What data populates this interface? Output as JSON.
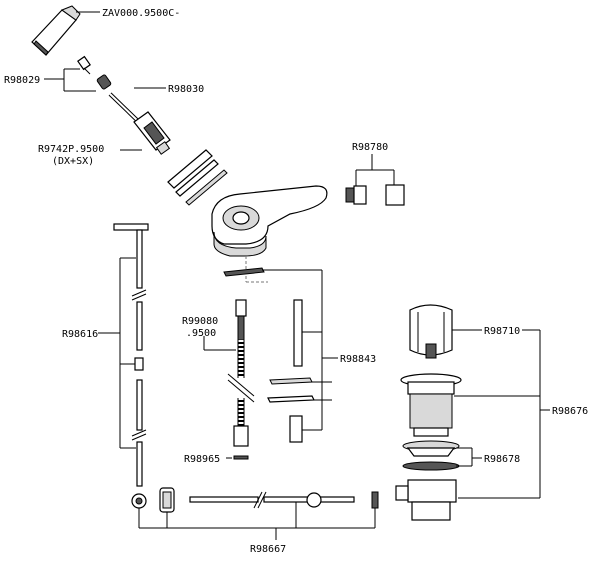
{
  "labels": {
    "zav": "ZAV000.9500C-",
    "r98029": "R98029",
    "r98030": "R98030",
    "r9742p_1": "R9742P.9500",
    "r9742p_2": "(DX+SX)",
    "r98780": "R98780",
    "r98616": "R98616",
    "r99080_1": "R99080",
    "r99080_2": ".9500",
    "r98843": "R98843",
    "r98965": "R98965",
    "r98710": "R98710",
    "r98676": "R98676",
    "r98678": "R98678",
    "r98667": "R98667"
  },
  "colors": {
    "line": "#000000",
    "fill_light": "#d9d9d9",
    "fill_dark": "#555555",
    "background": "#ffffff"
  }
}
